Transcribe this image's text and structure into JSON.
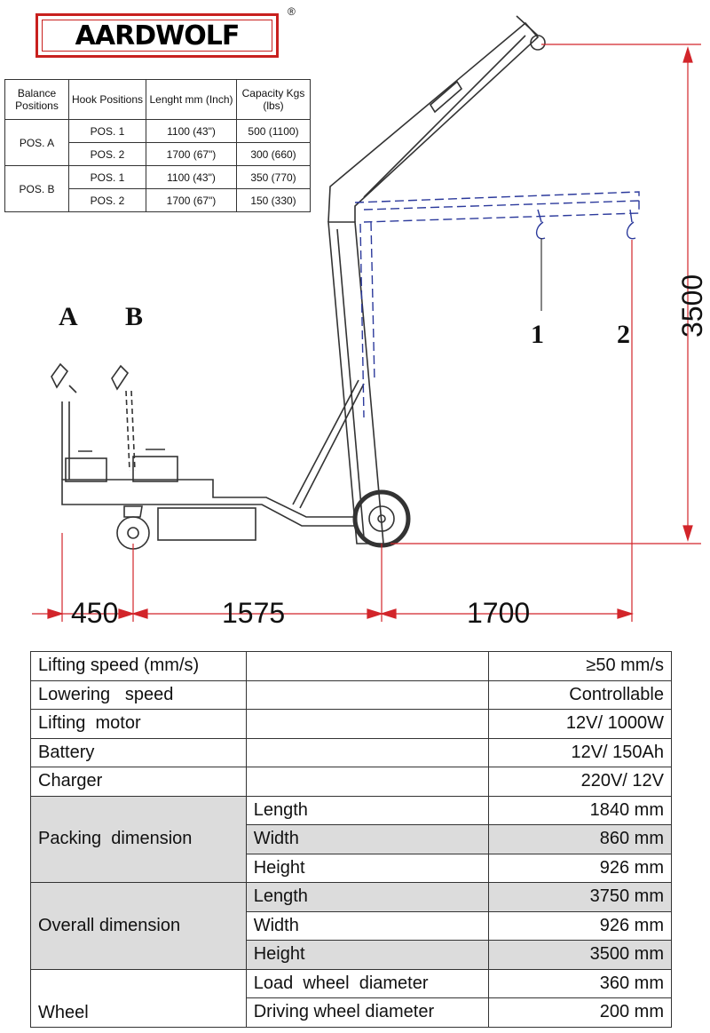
{
  "brand": {
    "logo": "AARDWOLF",
    "registered": "®"
  },
  "balance_table": {
    "headers": [
      "Balance Positions",
      "Hook Positions",
      "Lenght mm (Inch)",
      "Capacity Kgs (lbs)"
    ],
    "groups": [
      {
        "balance": "POS. A",
        "rows": [
          {
            "hook": "POS. 1",
            "length": "1100 (43\")",
            "capacity": "500 (1100)"
          },
          {
            "hook": "POS. 2",
            "length": "1700 (67\")",
            "capacity": "300 (660)"
          }
        ]
      },
      {
        "balance": "POS. B",
        "rows": [
          {
            "hook": "POS. 1",
            "length": "1100 (43\")",
            "capacity": "350 (770)"
          },
          {
            "hook": "POS. 2",
            "length": "1700 (67\")",
            "capacity": "150 (330)"
          }
        ]
      }
    ]
  },
  "diagram": {
    "pos_labels": {
      "a": "A",
      "b": "B",
      "hook1": "1",
      "hook2": "2"
    },
    "dimensions": {
      "height": "3500",
      "d1": "450",
      "d2": "1575",
      "d3": "1700"
    }
  },
  "spec_table": [
    {
      "label": "Lifting speed (mm/s)",
      "value": "≥50 mm/s"
    },
    {
      "label": "Lowering   speed",
      "value": "Controllable"
    },
    {
      "label": "Lifting  motor",
      "value": "12V/ 1000W"
    },
    {
      "label": "Battery",
      "value": "12V/ 150Ah"
    },
    {
      "label": "Charger",
      "value": "220V/ 12V"
    },
    {
      "label": "Packing  dimension",
      "sub": [
        {
          "label": "Length",
          "value": "1840 mm"
        },
        {
          "label": "Width",
          "value": "860 mm"
        },
        {
          "label": "Height",
          "value": "926 mm"
        }
      ]
    },
    {
      "label": "Overall dimension",
      "sub": [
        {
          "label": "Length",
          "value": "3750 mm"
        },
        {
          "label": "Width",
          "value": "926 mm"
        },
        {
          "label": "Height",
          "value": "3500 mm"
        }
      ]
    },
    {
      "label": "Wheel",
      "sub": [
        {
          "label": "Load  wheel  diameter",
          "value": "360 mm"
        },
        {
          "label": "Driving wheel diameter",
          "value": "200 mm"
        }
      ]
    }
  ]
}
